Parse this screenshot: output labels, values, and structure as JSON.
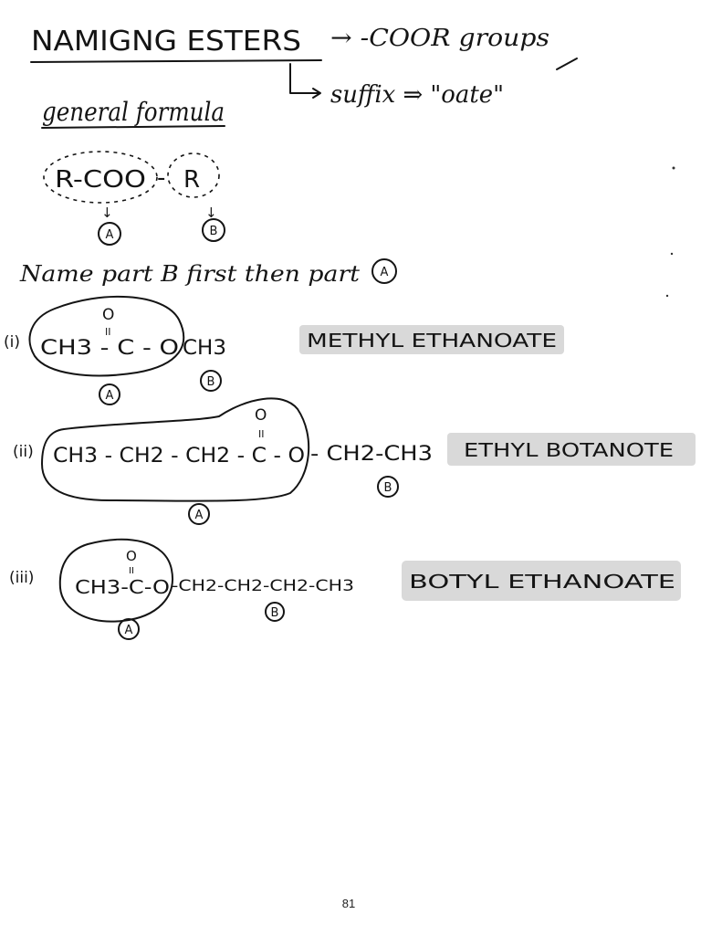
{
  "title": {
    "heading": "NAMIGNG ESTERS",
    "arrow_text": "→ -COOR groups",
    "suffix_note": "suffix ⇒ \"oate\""
  },
  "general_formula": {
    "label": "general formula",
    "formula_left": "R-COO",
    "formula_dash": "-",
    "formula_right": "R",
    "part_a": "A",
    "part_b": "B",
    "arrow_down": "↓"
  },
  "instruction": {
    "text": "Name part B first then part",
    "part": "A"
  },
  "examples": [
    {
      "num": "(i)",
      "carbonyl_o": "O",
      "double_bond": "II",
      "structure": "CH3 - C - O",
      "tail": "CH3",
      "label_a": "A",
      "label_b": "B",
      "name": "METHYL ETHANOATE"
    },
    {
      "num": "(ii)",
      "carbonyl_o": "O",
      "double_bond": "II",
      "structure": "CH3 - CH2 - CH2 - C - O",
      "tail": "- CH2-CH3",
      "label_a": "A",
      "label_b": "B",
      "name": "ETHYL BOTANOTE"
    },
    {
      "num": "(iii)",
      "carbonyl_o": "O",
      "double_bond": "II",
      "structure": "CH3-C-O",
      "tail": "-CH2-CH2-CH2-CH3",
      "label_a": "A",
      "label_b": "B",
      "name": "BOTYL ETHANOATE"
    }
  ],
  "page_number": "81"
}
